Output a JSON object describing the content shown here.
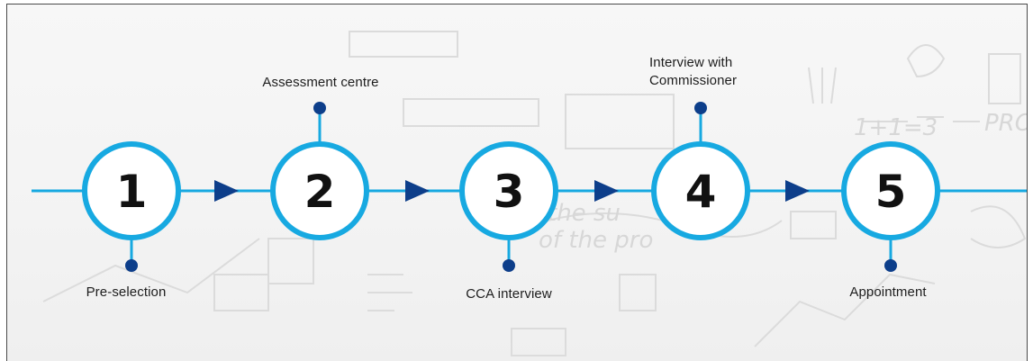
{
  "colors": {
    "line": "#17a9e1",
    "arrow": "#0d3e8a",
    "dot": "#0d3e8a",
    "number": "#111111"
  },
  "steps": [
    {
      "number": "1",
      "label": "Pre-selection",
      "label_position": "bottom"
    },
    {
      "number": "2",
      "label": "Assessment centre",
      "label_position": "top"
    },
    {
      "number": "3",
      "label": "CCA interview",
      "label_position": "bottom"
    },
    {
      "number": "4",
      "label": "Interview with\nCommissioner",
      "label_position": "top"
    },
    {
      "number": "5",
      "label": "Appointment",
      "label_position": "bottom"
    }
  ]
}
